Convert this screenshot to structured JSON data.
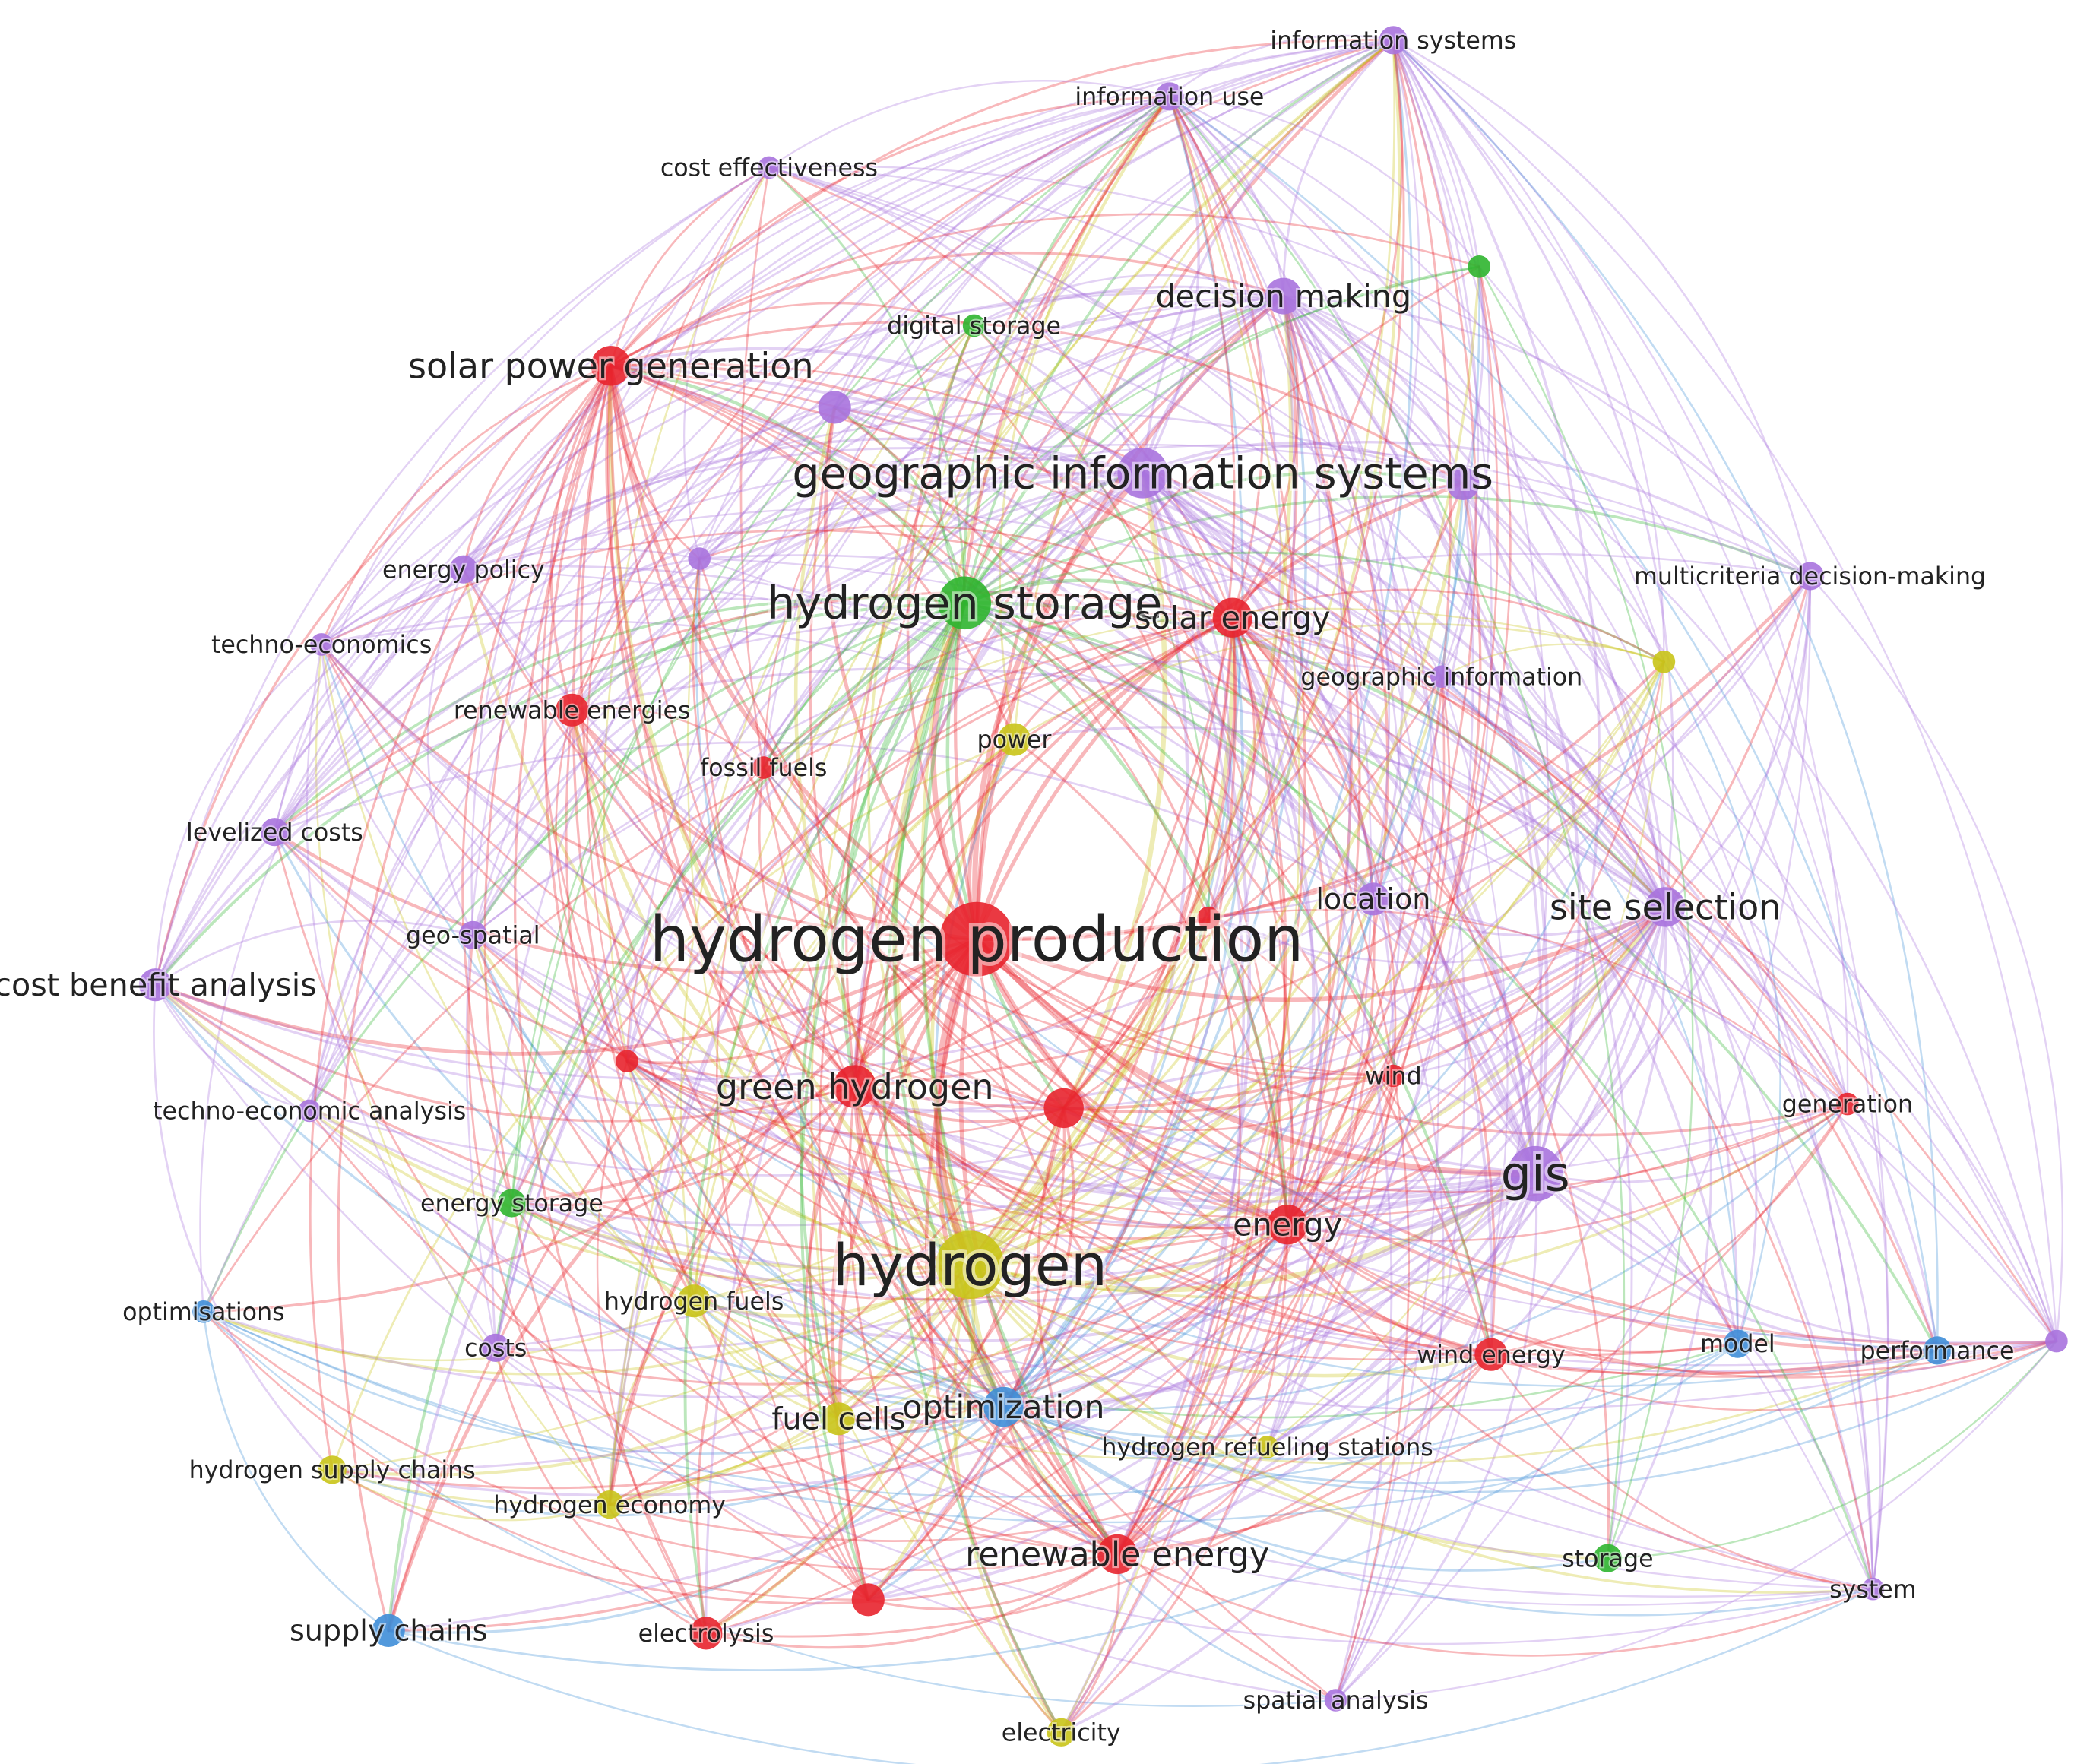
{
  "colors": {
    "red": "#e8232d",
    "green": "#2fb52f",
    "purple": "#a873de",
    "yellow": "#c9c418",
    "blue": "#3f8ed8",
    "label": "#222222"
  },
  "nodes": [
    {
      "id": "information-systems",
      "label": "information systems",
      "cluster": "purple",
      "weight": 2
    },
    {
      "id": "information-use",
      "label": "information use",
      "cluster": "purple",
      "weight": 2
    },
    {
      "id": "cost-effectiveness",
      "label": "cost effectiveness",
      "cluster": "purple",
      "weight": 1
    },
    {
      "id": "decision-making",
      "label": "decision making",
      "cluster": "purple",
      "weight": 4
    },
    {
      "id": "digital-storage",
      "label": "digital storage",
      "cluster": "green",
      "weight": 1
    },
    {
      "id": "solar-power-generation",
      "label": "solar power generation",
      "cluster": "red",
      "weight": 5
    },
    {
      "id": "geographic-information-systems",
      "label": "geographic information systems",
      "cluster": "purple",
      "weight": 9
    },
    {
      "id": "energy-policy",
      "label": "energy policy",
      "cluster": "purple",
      "weight": 2
    },
    {
      "id": "multicriteria-decision-making",
      "label": "multicriteria decision-making",
      "cluster": "purple",
      "weight": 2
    },
    {
      "id": "hydrogen-storage",
      "label": "hydrogen storage",
      "cluster": "green",
      "weight": 10
    },
    {
      "id": "solar-energy",
      "label": "solar energy",
      "cluster": "red",
      "weight": 5
    },
    {
      "id": "techno-economics",
      "label": "techno-economics",
      "cluster": "purple",
      "weight": 1
    },
    {
      "id": "geographic-information",
      "label": "geographic information",
      "cluster": "purple",
      "weight": 1
    },
    {
      "id": "renewable-energies",
      "label": "renewable energies",
      "cluster": "red",
      "weight": 3
    },
    {
      "id": "power",
      "label": "power",
      "cluster": "yellow",
      "weight": 3
    },
    {
      "id": "fossil-fuels",
      "label": "fossil fuels",
      "cluster": "red",
      "weight": 1
    },
    {
      "id": "levelized-costs",
      "label": "levelized costs",
      "cluster": "purple",
      "weight": 2
    },
    {
      "id": "location",
      "label": "location",
      "cluster": "purple",
      "weight": 3
    },
    {
      "id": "site-selection",
      "label": "site selection",
      "cluster": "purple",
      "weight": 5
    },
    {
      "id": "geo-spatial",
      "label": "geo-spatial",
      "cluster": "purple",
      "weight": 2
    },
    {
      "id": "hydrogen-production",
      "label": "hydrogen production",
      "cluster": "red",
      "weight": 22
    },
    {
      "id": "cost-benefit-analysis",
      "label": "cost benefit analysis",
      "cluster": "purple",
      "weight": 3
    },
    {
      "id": "wind",
      "label": "wind",
      "cluster": "red",
      "weight": 1
    },
    {
      "id": "generation",
      "label": "generation",
      "cluster": "red",
      "weight": 1
    },
    {
      "id": "green-hydrogen",
      "label": "green hydrogen",
      "cluster": "red",
      "weight": 6
    },
    {
      "id": "techno-economic-analysis",
      "label": "techno-economic analysis",
      "cluster": "purple",
      "weight": 1
    },
    {
      "id": "gis",
      "label": "gis",
      "cluster": "purple",
      "weight": 11
    },
    {
      "id": "energy-storage",
      "label": "energy storage",
      "cluster": "green",
      "weight": 2
    },
    {
      "id": "energy",
      "label": "energy",
      "cluster": "red",
      "weight": 5
    },
    {
      "id": "hydrogen",
      "label": "hydrogen",
      "cluster": "yellow",
      "weight": 18
    },
    {
      "id": "optimisations",
      "label": "optimisations",
      "cluster": "blue",
      "weight": 1
    },
    {
      "id": "hydrogen-fuels",
      "label": "hydrogen fuels",
      "cluster": "yellow",
      "weight": 3
    },
    {
      "id": "costs",
      "label": "costs",
      "cluster": "purple",
      "weight": 2
    },
    {
      "id": "wind-energy",
      "label": "wind energy",
      "cluster": "red",
      "weight": 3
    },
    {
      "id": "model",
      "label": "model",
      "cluster": "blue",
      "weight": 2
    },
    {
      "id": "performance",
      "label": "performance",
      "cluster": "blue",
      "weight": 2
    },
    {
      "id": "optimization",
      "label": "optimization",
      "cluster": "blue",
      "weight": 5
    },
    {
      "id": "fuel-cells",
      "label": "fuel cells",
      "cluster": "yellow",
      "weight": 3
    },
    {
      "id": "hydrogen-refueling-stations",
      "label": "hydrogen refueling stations",
      "cluster": "yellow",
      "weight": 1
    },
    {
      "id": "hydrogen-supply-chains",
      "label": "hydrogen supply chains",
      "cluster": "yellow",
      "weight": 2
    },
    {
      "id": "hydrogen-economy",
      "label": "hydrogen economy",
      "cluster": "yellow",
      "weight": 2
    },
    {
      "id": "renewable-energy",
      "label": "renewable energy",
      "cluster": "red",
      "weight": 5
    },
    {
      "id": "storage",
      "label": "storage",
      "cluster": "green",
      "weight": 2
    },
    {
      "id": "system",
      "label": "system",
      "cluster": "purple",
      "weight": 1
    },
    {
      "id": "supply-chains",
      "label": "supply chains",
      "cluster": "blue",
      "weight": 3
    },
    {
      "id": "electrolysis",
      "label": "electrolysis",
      "cluster": "red",
      "weight": 3
    },
    {
      "id": "spatial-analysis",
      "label": "spatial analysis",
      "cluster": "purple",
      "weight": 1
    },
    {
      "id": "electricity",
      "label": "electricity",
      "cluster": "yellow",
      "weight": 2
    },
    {
      "id": "unlabeled-green-top",
      "label": "",
      "cluster": "green",
      "weight": 1
    },
    {
      "id": "unlabeled-purple-a",
      "label": "",
      "cluster": "purple",
      "weight": 3
    },
    {
      "id": "unlabeled-purple-b",
      "label": "",
      "cluster": "purple",
      "weight": 3
    },
    {
      "id": "unlabeled-purple-c",
      "label": "",
      "cluster": "purple",
      "weight": 1
    },
    {
      "id": "unlabeled-yellow-right",
      "label": "",
      "cluster": "yellow",
      "weight": 1
    },
    {
      "id": "unlabeled-red-small",
      "label": "",
      "cluster": "red",
      "weight": 1
    },
    {
      "id": "unlabeled-red-left",
      "label": "",
      "cluster": "red",
      "weight": 1
    },
    {
      "id": "unlabeled-red-center",
      "label": "",
      "cluster": "red",
      "weight": 5
    },
    {
      "id": "unlabeled-red-bottom",
      "label": "",
      "cluster": "red",
      "weight": 3
    },
    {
      "id": "unlabeled-purple-right",
      "label": "",
      "cluster": "purple",
      "weight": 1
    }
  ]
}
